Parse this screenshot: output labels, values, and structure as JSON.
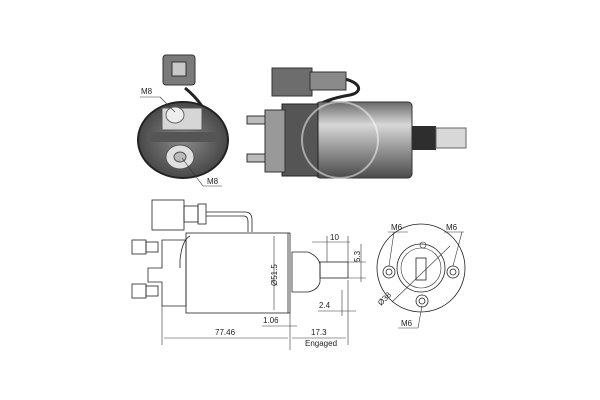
{
  "photo_labels": {
    "m8_top": "M8",
    "m8_bottom": "M8"
  },
  "dimensions": {
    "shaft_length": "10",
    "shaft_width": "5.3",
    "body_diameter": "Ø51.5",
    "shaft_offset": "2.4",
    "flange": "1.06",
    "body_length": "77.46",
    "engaged_length": "17.3",
    "engaged_label": "Engaged",
    "bolt_circle": "Ø38",
    "hole_left": "M6",
    "hole_right": "M6",
    "hole_bottom": "M6"
  },
  "colors": {
    "line": "#222222",
    "metal": "#9a9a9a",
    "dark": "#3a3a3a"
  }
}
